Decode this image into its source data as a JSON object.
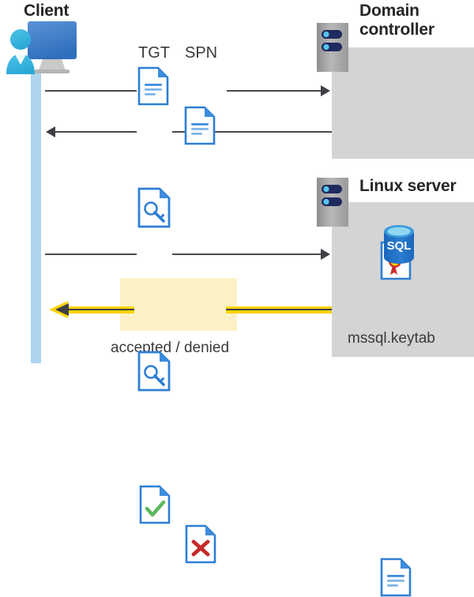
{
  "diagram": {
    "title_client": "Client",
    "title_domain_controller": "Domain controller",
    "title_linux_server": "Linux server",
    "labels": {
      "tgt": "TGT",
      "spn": "SPN",
      "accepted_denied": "accepted / denied",
      "keytab_file": "mssql.keytab",
      "sql_badge": "SQL"
    },
    "icons": {
      "client": "user-computer-icon",
      "domain_controller_server": "server-tower-icon",
      "linux_server": "server-tower-icon",
      "tgt_document": "document-icon",
      "spn_document": "document-icon",
      "ticket_key_document": "document-key-icon",
      "service_ticket_key_document": "document-key-icon",
      "certificate_document": "certificate-icon",
      "accepted_document": "document-check-icon",
      "denied_document": "document-cross-icon",
      "sql_database": "sql-database-icon",
      "keytab_document": "document-icon"
    },
    "flows": [
      {
        "name": "request-tgt-spn",
        "direction": "client-to-dc",
        "arrow": "right"
      },
      {
        "name": "receive-ticket",
        "direction": "dc-to-client",
        "arrow": "left"
      },
      {
        "name": "present-ticket",
        "direction": "client-to-linux",
        "arrow": "right"
      },
      {
        "name": "auth-result",
        "direction": "linux-to-client",
        "arrow": "left-yellow"
      }
    ],
    "colors": {
      "panel_gray": "#d4d4d4",
      "lifeline_blue": "#aed4f0",
      "highlight_yellow": "#fdf2c7",
      "arrow_yellow": "#ffd400",
      "line_dark": "#4a4a4f",
      "doc_blue": "#2e7fd4",
      "accept_green": "#5cb85c",
      "deny_red": "#c42b2b",
      "sql_blue": "#1f6fc4",
      "text_dark": "#262626"
    }
  }
}
